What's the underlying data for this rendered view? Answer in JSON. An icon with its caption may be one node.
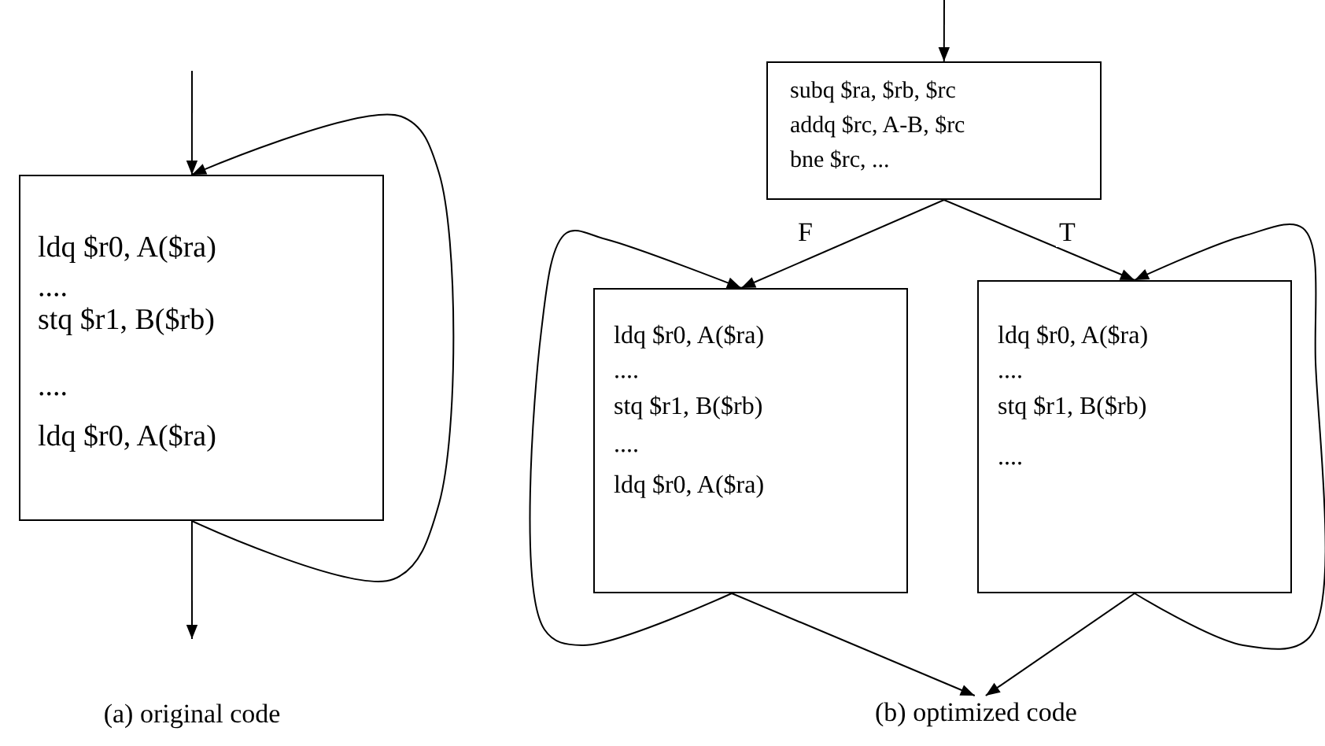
{
  "diagram": {
    "nodes": [
      {
        "text": [
          "ldq $r0, A($ra)",
          "....",
          "stq $r1, B($rb)",
          "....",
          "ldq $r0, A($ra)"
        ]
      },
      {
        "text": [
          "subq $ra, $rb, $rc",
          "addq $rc, A-B, $rc",
          "bne $rc, ..."
        ]
      },
      {
        "text": [
          "ldq $r0, A($ra)",
          "....",
          "stq $r1, B($rb)",
          "....",
          "ldq $r0, A($ra)"
        ]
      },
      {
        "text": [
          "ldq $r0, A($ra)",
          "....",
          "stq $r1, B($rb)",
          "...."
        ]
      },
      {
        "text": [
          "(b) optimized code"
        ]
      }
    ],
    "edges": [
      {
        "from": null,
        "to": 0,
        "arrow": "to"
      },
      {
        "from": 0,
        "to": 0,
        "arrow": "to"
      },
      {
        "from": 0,
        "to": null,
        "arrow": "to"
      },
      {
        "from": null,
        "to": 1,
        "arrow": "to"
      },
      {
        "from": 1,
        "to": 2,
        "arrow": "to",
        "label": "F"
      },
      {
        "from": 1,
        "to": 3,
        "arrow": "to",
        "label": "T"
      },
      {
        "from": 2,
        "to": 2,
        "arrow": "to"
      },
      {
        "from": 3,
        "to": 3,
        "arrow": "to"
      },
      {
        "from": 2,
        "to": 4,
        "arrow": "to"
      },
      {
        "from": 3,
        "to": 4,
        "arrow": "to"
      }
    ],
    "labels": [
      "(a) original code"
    ]
  }
}
